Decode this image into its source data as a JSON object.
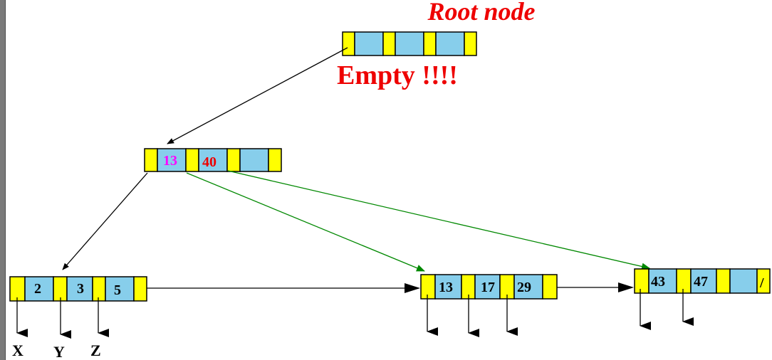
{
  "title": "Root node",
  "empty_label": "Empty !!!!",
  "colors": {
    "pointer_cell": "#ffff00",
    "key_cell": "#87ceeb",
    "title_red": "#ee0000",
    "key_magenta": "#ff00ff",
    "key_red": "#ee0000",
    "green_arrow": "#008800",
    "black_arrow": "#000000"
  },
  "nodes": {
    "root": {
      "keys": [
        "",
        "",
        ""
      ]
    },
    "internal": {
      "keys": [
        "13",
        "40",
        ""
      ]
    },
    "leaf_1": {
      "keys": [
        "2",
        "3",
        "5"
      ]
    },
    "leaf_2": {
      "keys": [
        "13",
        "17",
        "29"
      ]
    },
    "leaf_3": {
      "keys": [
        "43",
        "47",
        ""
      ],
      "last_pointer": "/"
    }
  },
  "pointer_labels": [
    "X",
    "Y",
    "Z"
  ]
}
